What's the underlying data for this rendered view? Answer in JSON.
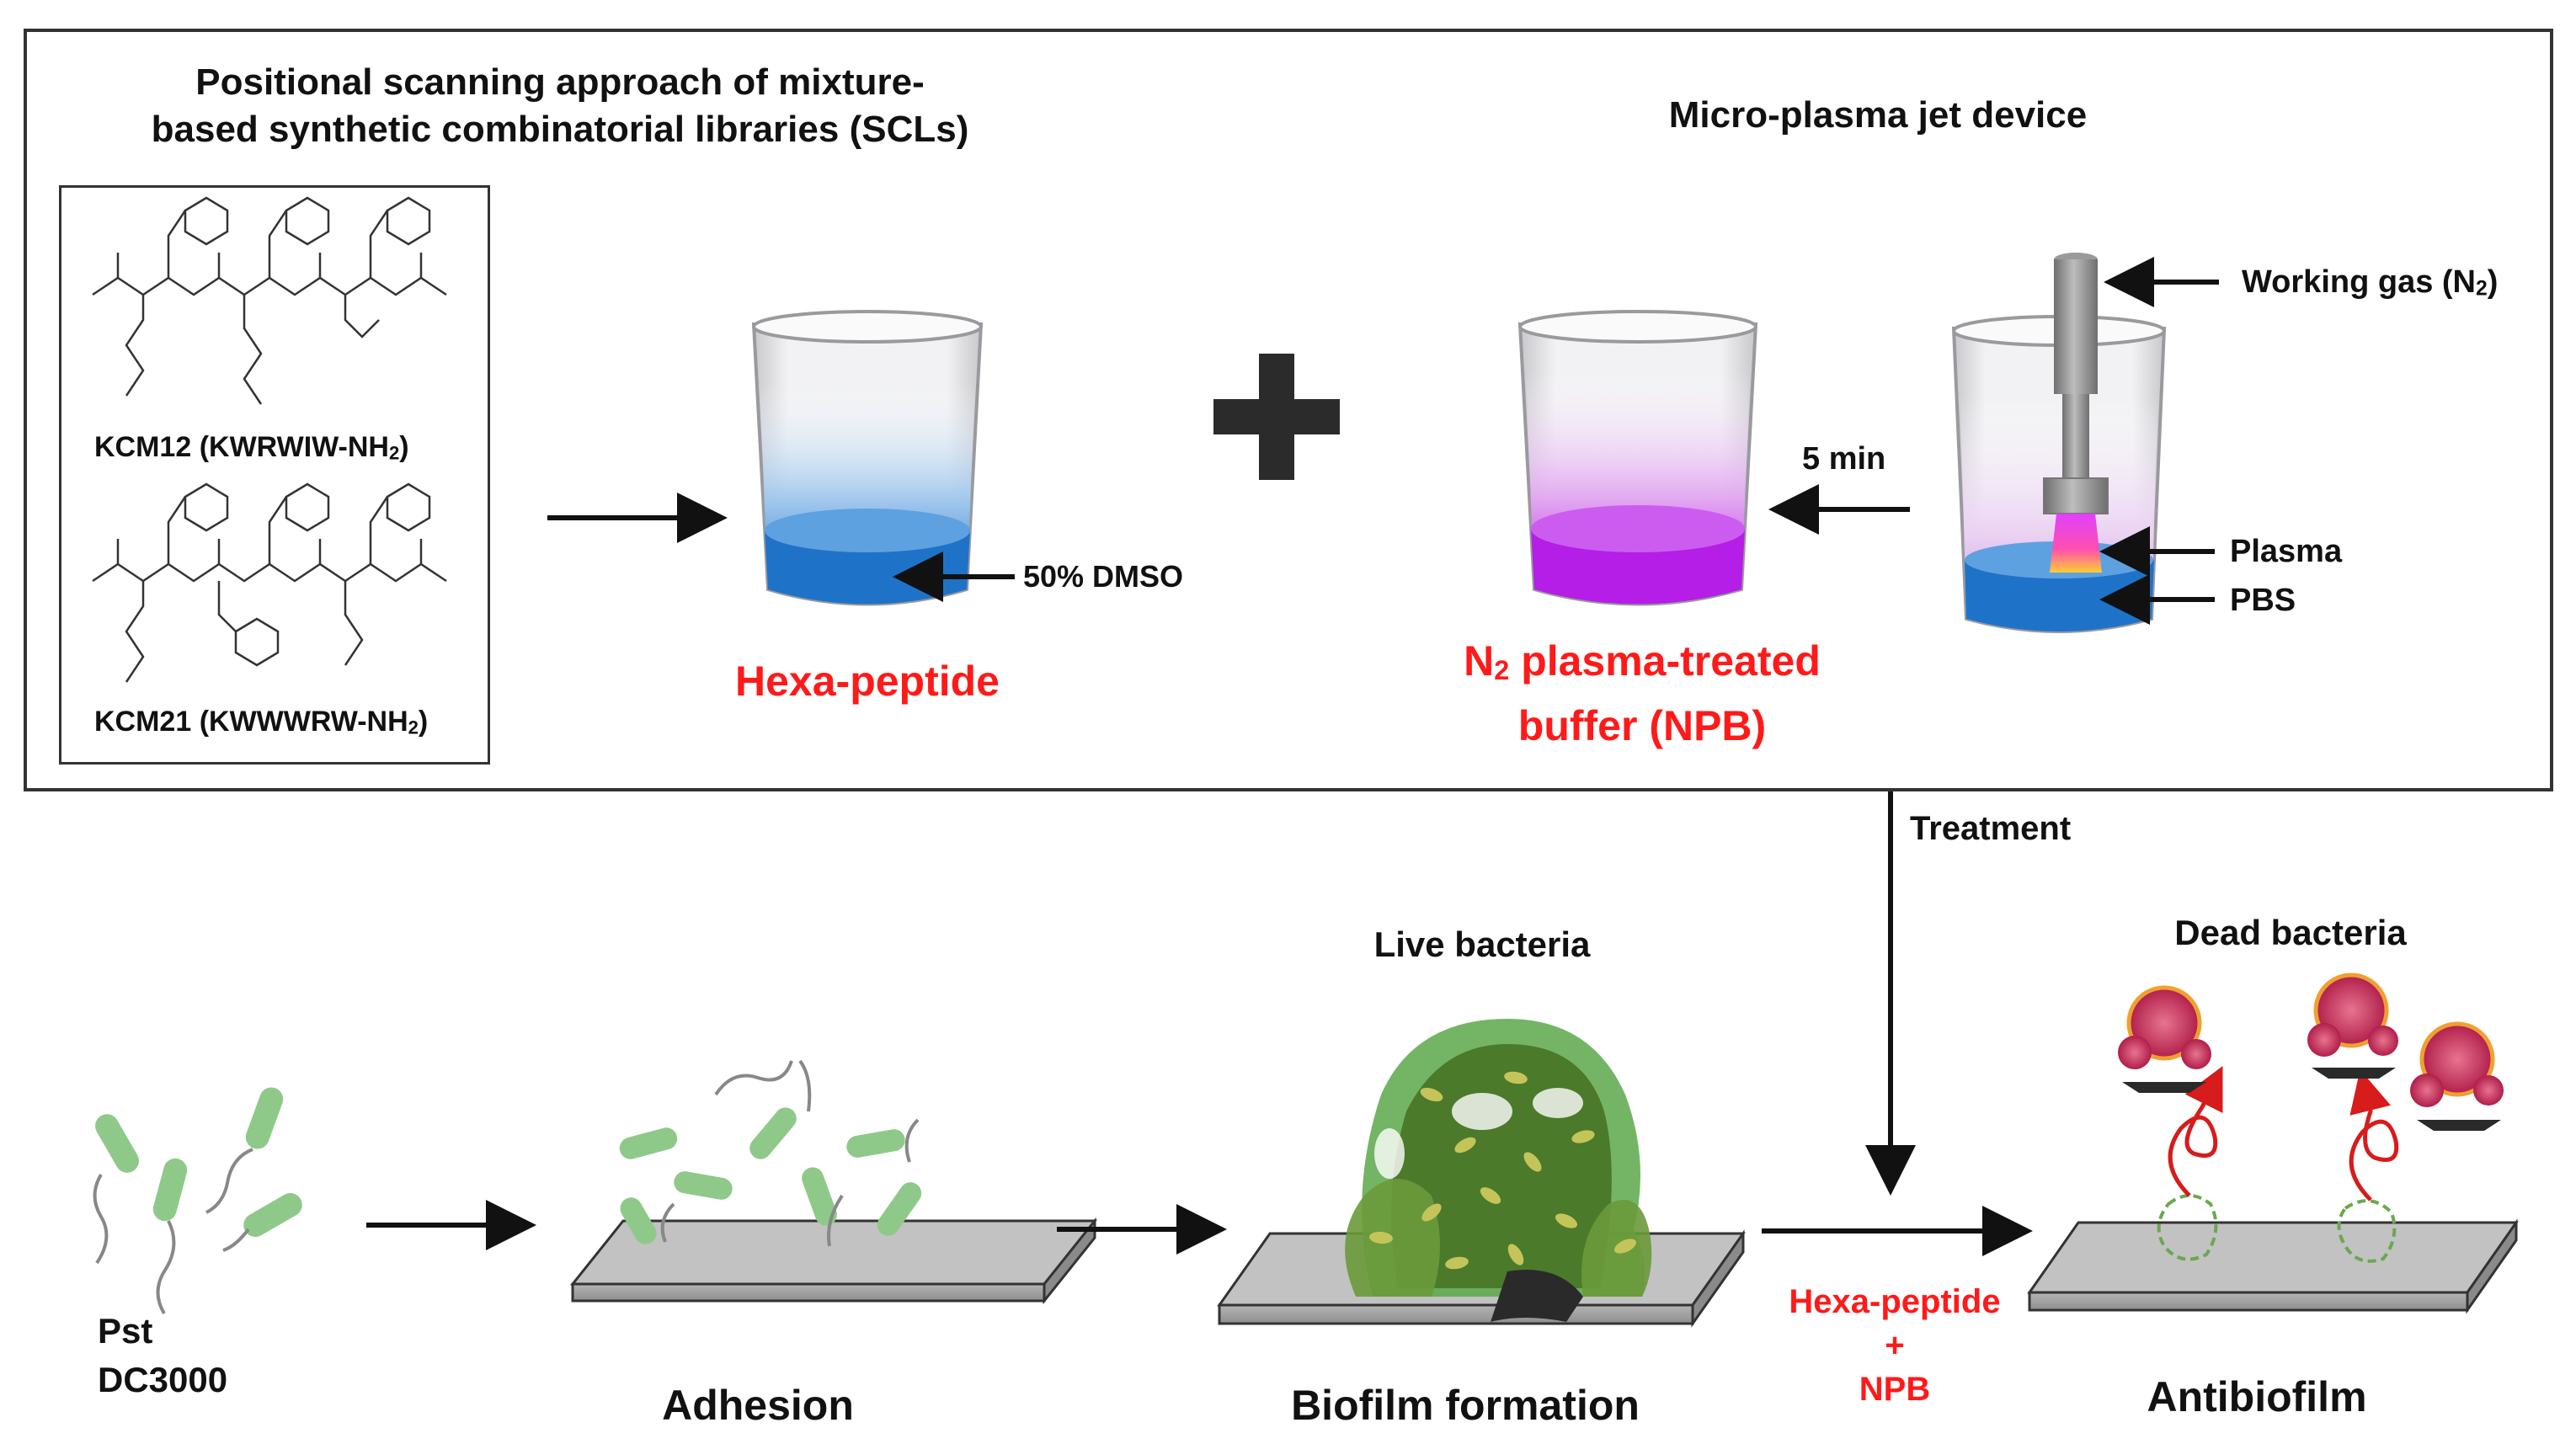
{
  "library": {
    "title_line1": "Positional scanning approach of mixture-",
    "title_line2": "based synthetic combinatorial libraries (SCLs)",
    "kcm12_label": "KCM12 (KWRWIW-NH",
    "kcm12_sub": "2",
    "kcm12_close": ")",
    "kcm21_label": "KCM21 (KWWWRW-NH",
    "kcm21_sub": "2",
    "kcm21_close": ")"
  },
  "device": {
    "title": "Micro-plasma jet device",
    "working_gas": "Working gas (N",
    "working_gas_sub": "2",
    "working_gas_close": ")",
    "plasma": "Plasma",
    "pbs": "PBS",
    "time": "5 min"
  },
  "beakers": {
    "dmso": "50% DMSO",
    "hexa_peptide": "Hexa-peptide",
    "npb_n": "N",
    "npb_sub": "2",
    "npb_line1": " plasma-treated",
    "npb_line2": "buffer (NPB)"
  },
  "process": {
    "treatment": "Treatment",
    "live_bacteria": "Live bacteria",
    "dead_bacteria": "Dead bacteria",
    "pst_line1": "Pst",
    "pst_line2": "DC3000",
    "adhesion": "Adhesion",
    "biofilm_formation": "Biofilm formation",
    "antibiofilm": "Antibiofilm",
    "combo_top": "Hexa-peptide",
    "combo_plus": "+",
    "combo_bottom": "NPB"
  },
  "colors": {
    "accent_red": "#ff1a1a",
    "buffer_blue": "#1e73c8",
    "plasma_purple": "#b41ee6",
    "biofilm_green": "#5aa84a",
    "bacteria_green": "#8fc98a",
    "dead_red": "#d6305c"
  }
}
